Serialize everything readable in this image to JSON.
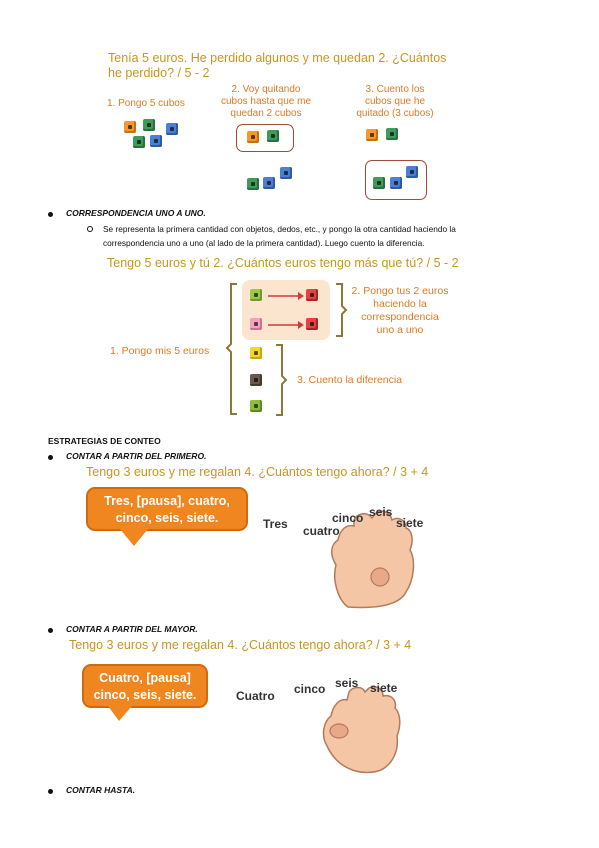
{
  "problem1": {
    "title_line1": "Tenía 5 euros. He perdido algunos y me quedan 2. ¿Cuántos",
    "title_line2": "he perdido? / 5 - 2",
    "step1": "1. Pongo 5 cubos",
    "step2_l1": "2. Voy quitando",
    "step2_l2": "cubos hasta que me",
    "step2_l3": "quedan 2 cubos",
    "step3_l1": "3. Cuento los",
    "step3_l2": "cubos que he",
    "step3_l3": "quitado (3 cubos)"
  },
  "section_correspondencia": {
    "title": "CORRESPONDENCIA UNO A UNO.",
    "text_l1": "Se representa la primera cantidad con objetos, dedos, etc., y pongo la otra cantidad haciendo la",
    "text_l2": "correspondencia uno a uno (al lado de la primera cantidad). Luego cuento la diferencia."
  },
  "problem2": {
    "title": "Tengo 5 euros y tú 2. ¿Cuántos euros tengo más que tú? / 5 - 2",
    "label1": "1. Pongo mis 5 euros",
    "label2_l1": "2. Pongo tus 2 euros",
    "label2_l2": "haciendo la",
    "label2_l3": "correspondencia",
    "label2_l4": "uno a uno",
    "label3": "3. Cuento la diferencia"
  },
  "estrategias": {
    "title": "ESTRATEGIAS DE CONTEO"
  },
  "section_primero": {
    "title": "CONTAR A PARTIR DEL PRIMERO.",
    "problem": "Tengo 3 euros y me regalan 4. ¿Cuántos tengo ahora? / 3 + 4",
    "bubble_l1": "Tres, [pausa], cuatro,",
    "bubble_l2": "cinco, seis, siete.",
    "w_tres": "Tres",
    "w_cuatro": "cuatro",
    "w_cinco": "cinco",
    "w_seis": "seis",
    "w_siete": "siete"
  },
  "section_mayor": {
    "title": "CONTAR A PARTIR DEL MAYOR.",
    "problem": "Tengo 3 euros y me regalan 4. ¿Cuántos tengo ahora? / 3 + 4",
    "bubble_l1": "Cuatro, [pausa]",
    "bubble_l2": "cinco, seis, siete.",
    "w_cuatro": "Cuatro",
    "w_cinco": "cinco",
    "w_seis": "seis",
    "w_siete": "siete"
  },
  "section_hasta": {
    "title": "CONTAR HASTA."
  },
  "colors": {
    "gold": "#c8961e",
    "orange": "#e07a22",
    "bubble": "#f0861f",
    "hand": "#f5c6a5"
  }
}
